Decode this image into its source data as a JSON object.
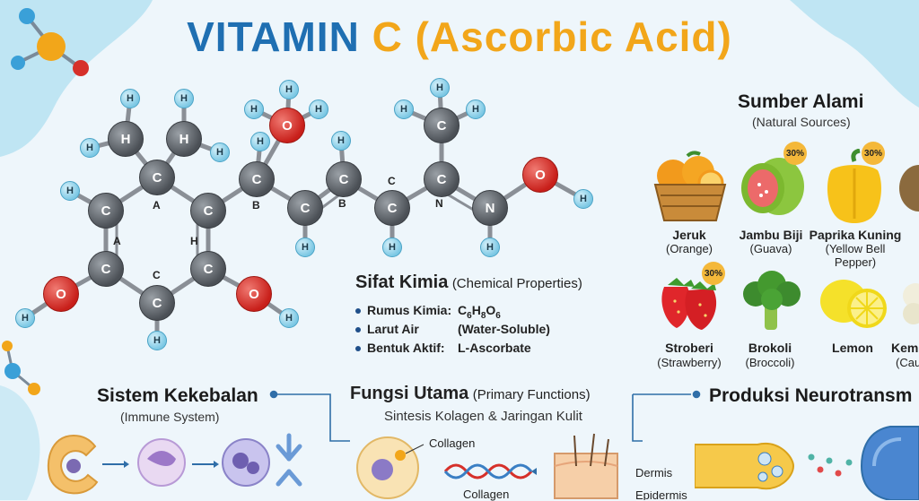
{
  "title": {
    "part1": "VITAMIN",
    "part2": "C",
    "part3": "(Ascorbic Acid)"
  },
  "molecule": {
    "carbon": "C",
    "hydrogen": "H",
    "oxygen": "O",
    "nitrogen": "N",
    "ring_labels": [
      "A",
      "H",
      "C",
      "A",
      "B",
      "B",
      "C",
      "N"
    ]
  },
  "sources": {
    "heading": "Sumber Alami",
    "subheading": "(Natural Sources)",
    "items": [
      {
        "name": "Jeruk",
        "english": "(Orange)",
        "badge": ""
      },
      {
        "name": "Jambu Biji",
        "english": "(Guava)",
        "badge": "30%"
      },
      {
        "name": "Paprika Kuning",
        "english": "(Yellow Bell Pepper)",
        "badge": "30%"
      },
      {
        "name": "Stroberi",
        "english": "(Strawberry)",
        "badge": "30%"
      },
      {
        "name": "Brokoli",
        "english": "(Broccoli)",
        "badge": ""
      },
      {
        "name": "Lemon",
        "english": "",
        "badge": ""
      },
      {
        "name": "Kem",
        "english": "(Cau",
        "badge": ""
      }
    ]
  },
  "properties": {
    "heading": "Sifat Kimia",
    "subheading": "(Chemical Properties)",
    "rows": [
      {
        "label": "Rumus Kimia:",
        "value": "C6H8O6"
      },
      {
        "label": "Larut Air",
        "value": "(Water-Soluble)"
      },
      {
        "label": "Bentuk Aktif:",
        "value": "L-Ascorbate"
      }
    ]
  },
  "immune": {
    "heading": "Sistem Kekebalan",
    "subheading": "(Immune System)"
  },
  "functions": {
    "heading": "Fungsi Utama",
    "subheading": "(Primary Functions)",
    "description": "Sintesis Kolagen & Jaringan Kulit",
    "collagen_label": "Collagen",
    "collagen_label2": "Collagen",
    "dermis": "Dermis",
    "epidermis": "Epidermis"
  },
  "neuro": {
    "heading": "Produksi Neurotransm"
  },
  "colors": {
    "blue": "#1f6fb2",
    "orange": "#f2a61a",
    "carbon": "#5b6066",
    "oxygen": "#d6302a",
    "hydrogen": "#8fd3ea"
  }
}
